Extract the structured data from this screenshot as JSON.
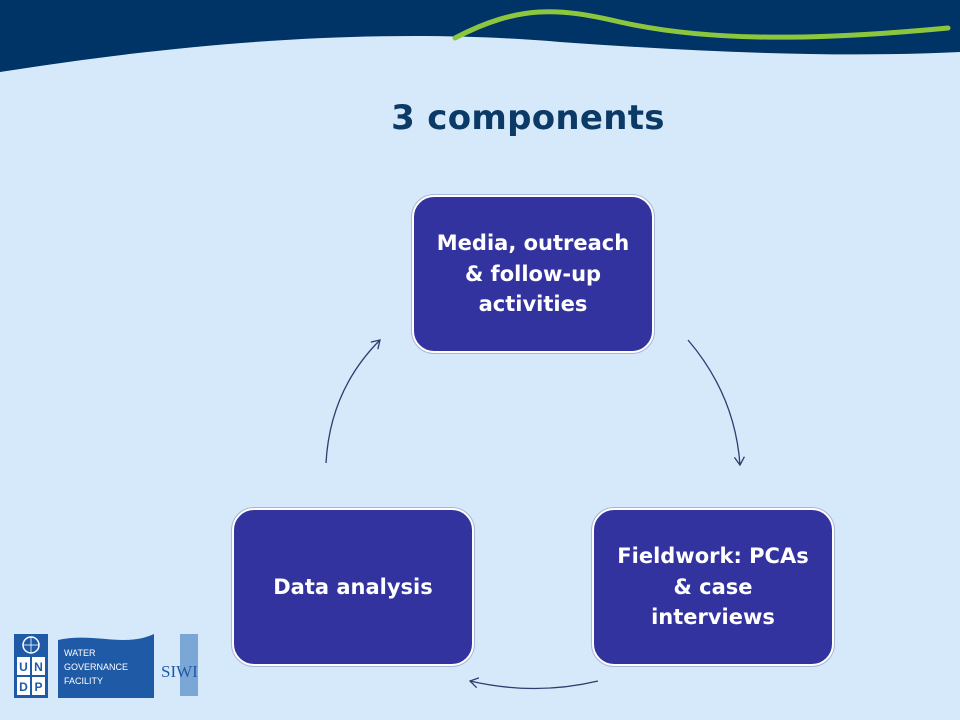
{
  "slide": {
    "title": "3 components"
  },
  "diagram": {
    "nodes": [
      {
        "id": "media",
        "label": "Media, outreach & follow-up activities"
      },
      {
        "id": "fieldwork",
        "label": "Fieldwork: PCAs & case interviews"
      },
      {
        "id": "analysis",
        "label": "Data analysis"
      }
    ],
    "edges": [
      {
        "from": "media",
        "to": "fieldwork"
      },
      {
        "from": "fieldwork",
        "to": "analysis"
      },
      {
        "from": "analysis",
        "to": "media"
      }
    ]
  },
  "logos": {
    "undp_letters": [
      "U",
      "N",
      "D",
      "P"
    ],
    "wgf_lines": [
      "WATER",
      "GOVERNANCE",
      "FACILITY"
    ],
    "siwi": "SIWI"
  },
  "colors": {
    "background": "#d6e9fa",
    "header": "#003366",
    "swoosh": "#8cc63f",
    "node": "#3333a0",
    "title": "#0b3a66",
    "arrow": "#2b3d6e"
  }
}
